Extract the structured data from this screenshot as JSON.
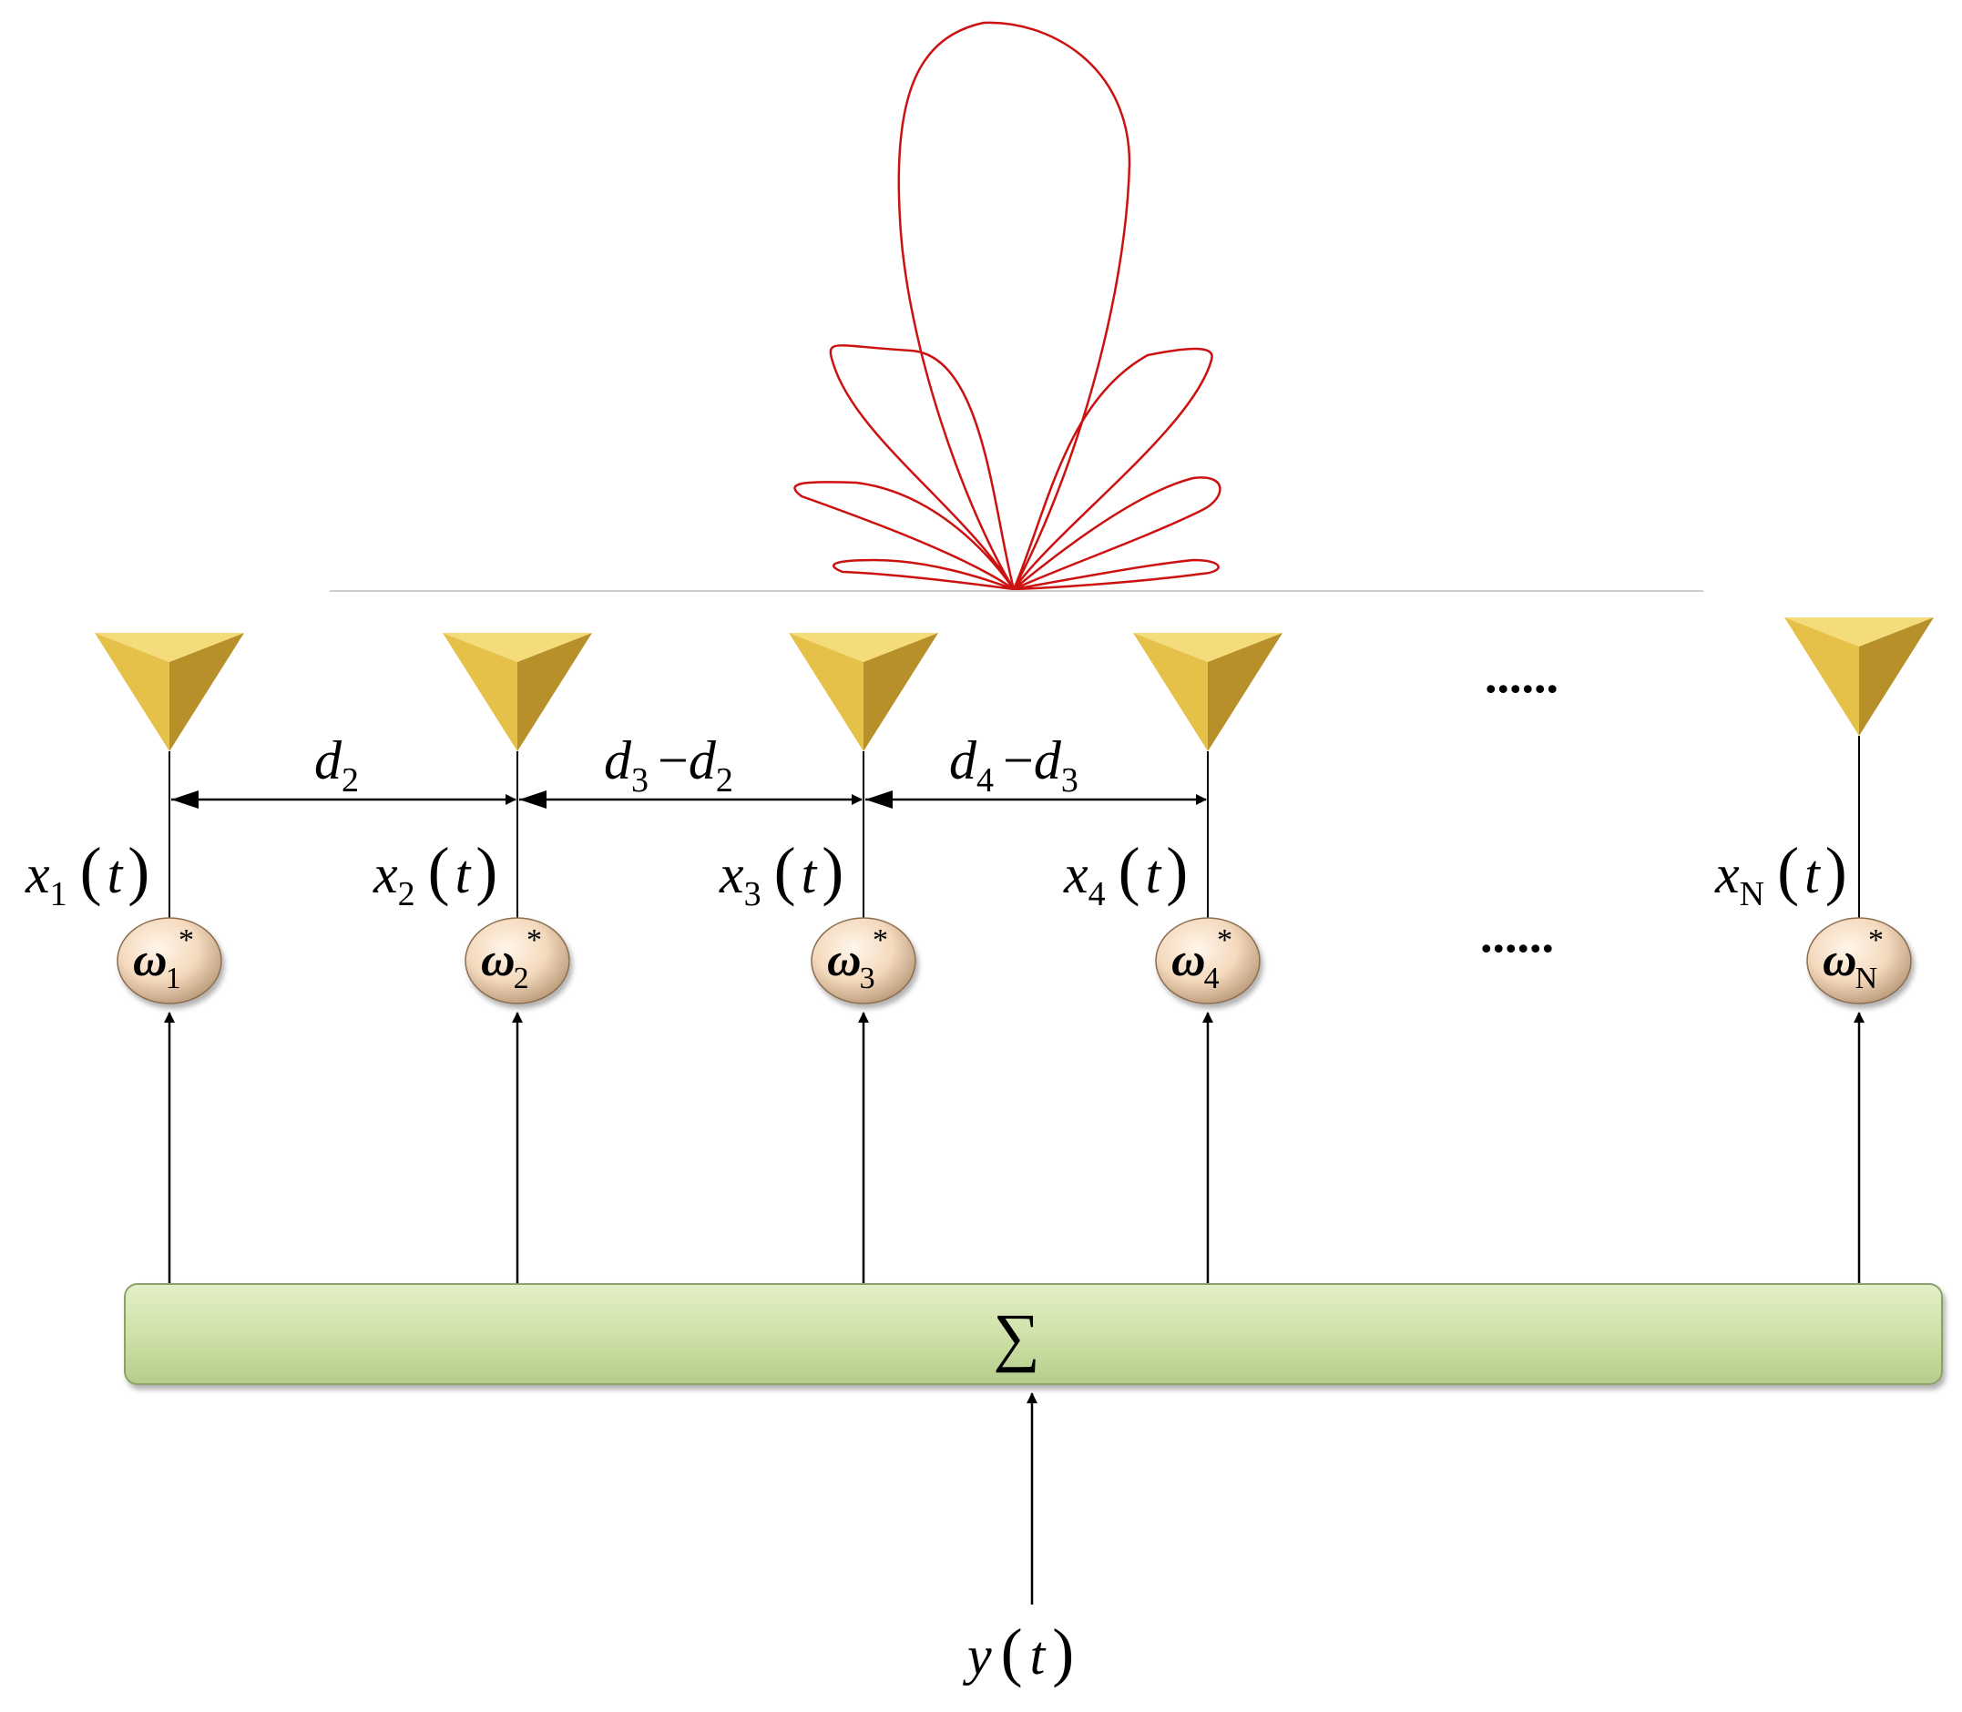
{
  "elements": [
    {
      "signal": "x",
      "index": "1",
      "arg": "t",
      "weight": "ω",
      "weight_index": "1",
      "conj": "*"
    },
    {
      "signal": "x",
      "index": "2",
      "arg": "t",
      "weight": "ω",
      "weight_index": "2",
      "conj": "*"
    },
    {
      "signal": "x",
      "index": "3",
      "arg": "t",
      "weight": "ω",
      "weight_index": "3",
      "conj": "*"
    },
    {
      "signal": "x",
      "index": "4",
      "arg": "t",
      "weight": "ω",
      "weight_index": "4",
      "conj": "*"
    },
    {
      "signal": "x",
      "index": "N",
      "arg": "t",
      "weight": "ω",
      "weight_index": "N",
      "conj": "*"
    }
  ],
  "spacings": [
    {
      "a": "d",
      "a_sub": "2",
      "op": "",
      "b": "",
      "b_sub": ""
    },
    {
      "a": "d",
      "a_sub": "3",
      "op": "−",
      "b": "d",
      "b_sub": "2"
    },
    {
      "a": "d",
      "a_sub": "4",
      "op": "−",
      "b": "d",
      "b_sub": "3"
    }
  ],
  "ellipsis_top": "......",
  "ellipsis_bottom": "......",
  "summer": {
    "symbol": "∑"
  },
  "output": {
    "var": "y",
    "arg": "t"
  },
  "colors": {
    "beam_pattern": "#cc1111",
    "antenna_light": "#f5dc7a",
    "antenna_mid": "#e6c14a",
    "antenna_dark": "#b8902a",
    "weight_fill": "#f4d9bd",
    "summer_fill": "#cfe2a8",
    "summer_stroke": "#8aa36a",
    "baseline": "#cccccc"
  }
}
